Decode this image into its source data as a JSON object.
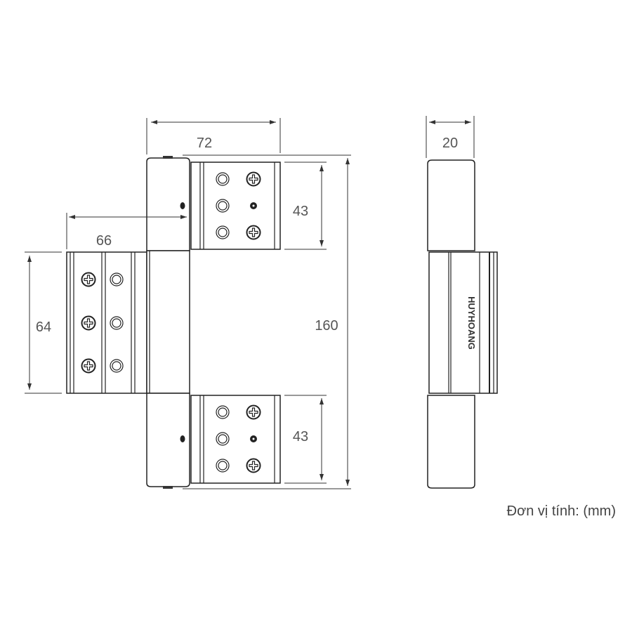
{
  "dimensions": {
    "top_width": "72",
    "leaf_width": "66",
    "leaf_height": "64",
    "top_leaf_height": "43",
    "bottom_leaf_height": "43",
    "total_height": "160",
    "side_width": "20"
  },
  "logo_text": "HUYHOANG",
  "unit_label": "Đơn vị tính: (mm)"
}
